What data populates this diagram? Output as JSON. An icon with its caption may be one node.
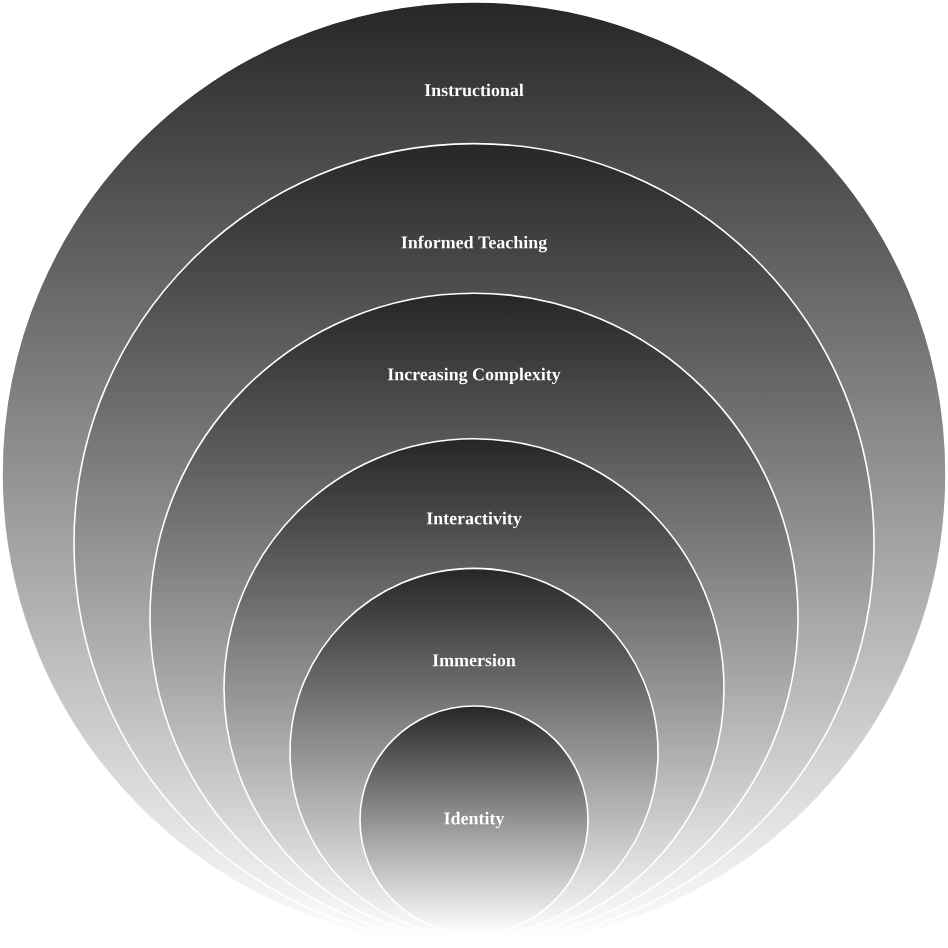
{
  "diagram": {
    "nodes": [
      {
        "text": [
          "Instructional"
        ]
      },
      {
        "text": [
          "Informed Teaching"
        ],
        "in": 0
      },
      {
        "text": [
          "Increasing Complexity"
        ],
        "in": 1
      },
      {
        "text": [
          "Interactivity"
        ],
        "in": 2
      },
      {
        "text": [
          "Immersion"
        ],
        "in": 3
      },
      {
        "text": [
          "Identity"
        ],
        "in": 4
      }
    ]
  }
}
